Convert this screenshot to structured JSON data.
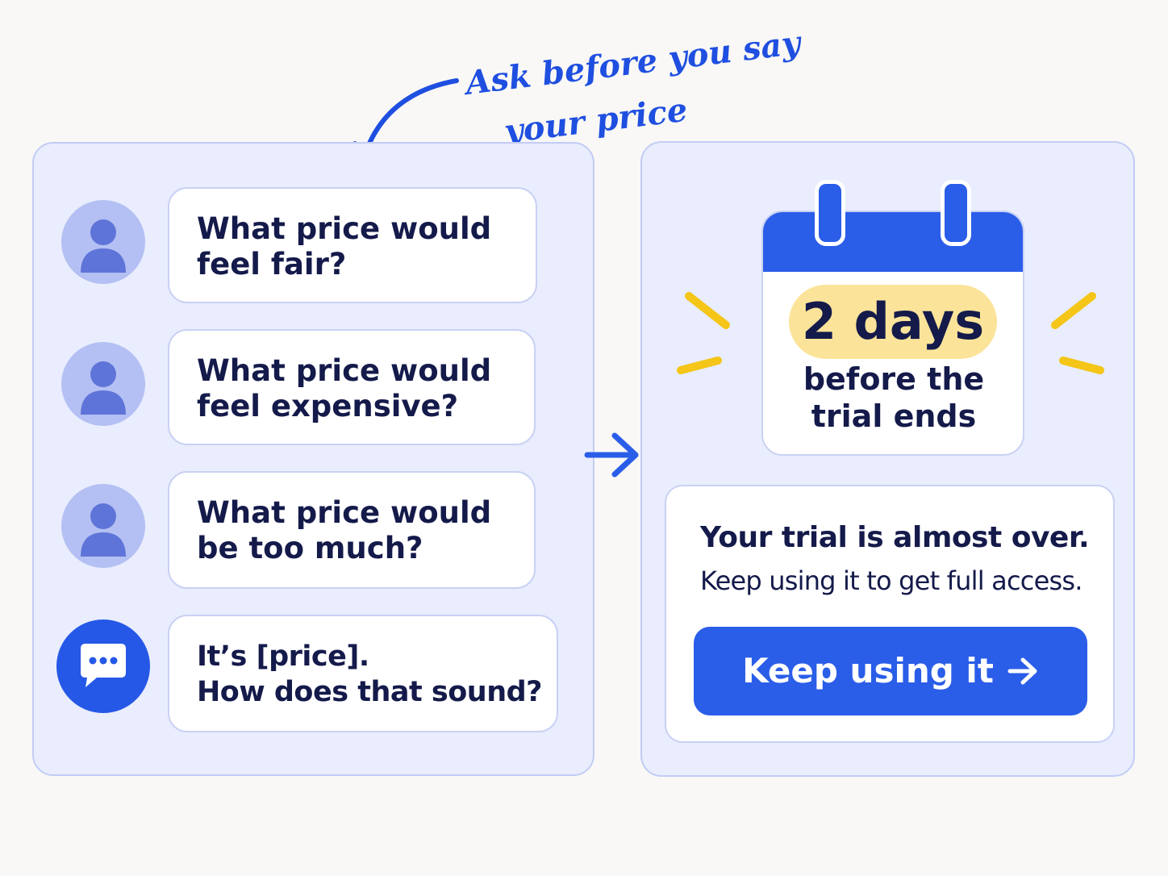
{
  "annotation": {
    "line1": "Ask before you say",
    "line2": "your price"
  },
  "questions": [
    {
      "line1": "What price would",
      "line2": "feel fair?"
    },
    {
      "line1": "What price would",
      "line2": "feel expensive?"
    },
    {
      "line1": "What price would",
      "line2": "be too much?"
    }
  ],
  "bot_reply": {
    "line1": "It’s [price].",
    "line2": "How does that sound?"
  },
  "calendar": {
    "days": "2 days",
    "sub_line1": "before the",
    "sub_line2": "trial ends"
  },
  "trial_card": {
    "title": "Your trial is almost over.",
    "body": "Keep using it to get full access.",
    "button_label": "Keep using it"
  },
  "colors": {
    "accent": "#2a5de8",
    "panel_bg": "#e9edfd",
    "avatar_bg": "#b4c0f3",
    "avatar_fg": "#5f74d8",
    "highlight": "#fbe49a",
    "spark": "#f5c518",
    "text": "#141a4a"
  },
  "icons": {
    "user": "user-icon",
    "chat": "chat-dots-icon",
    "calendar": "calendar-icon",
    "arrow": "arrow-right-icon"
  }
}
